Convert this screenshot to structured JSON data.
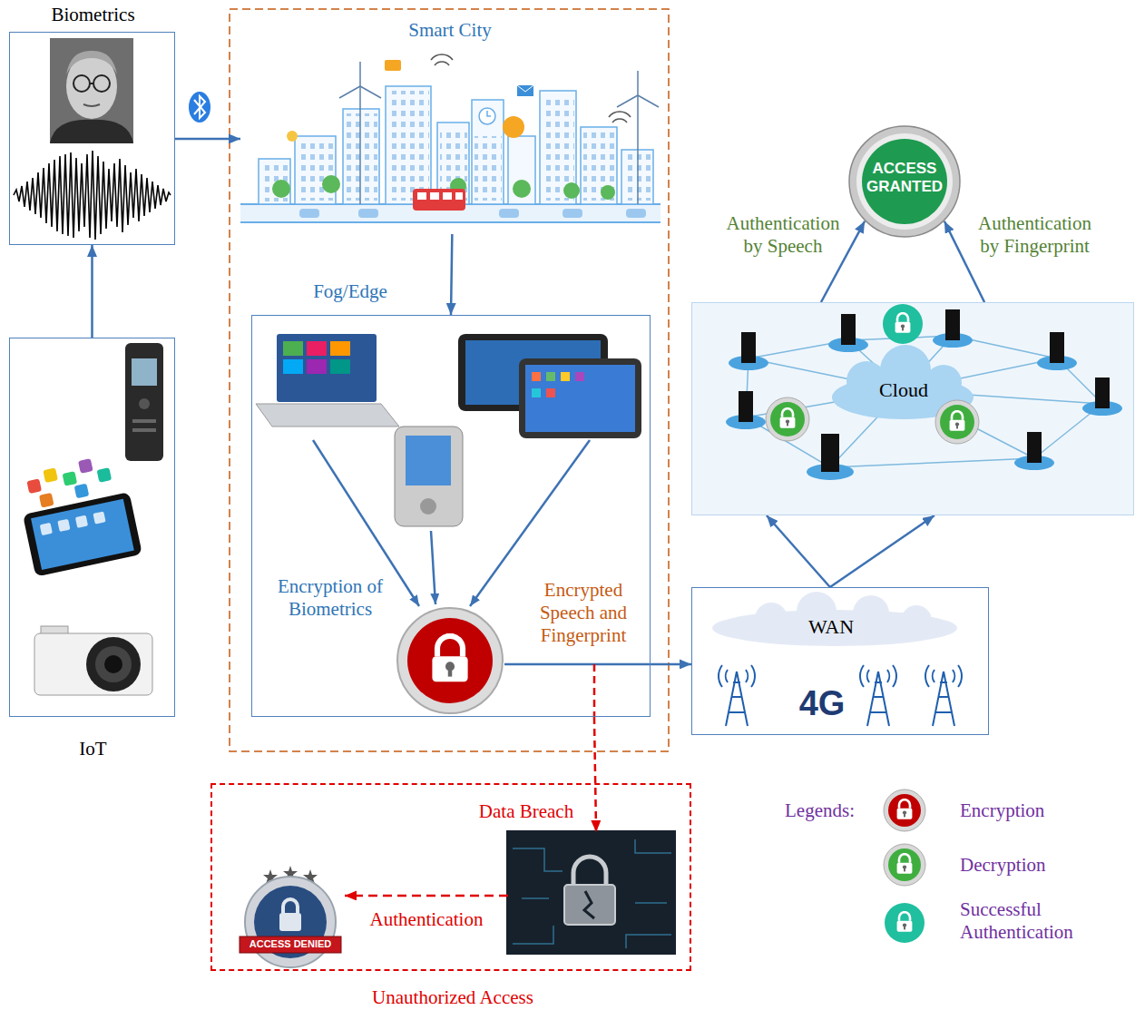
{
  "diagram": {
    "nodes": [
      {
        "text": [
          "Biometrics"
        ]
      },
      {
        "text": [
          "Smart City"
        ]
      },
      {
        "text": [
          "Fog/Edge",
          "Encryption of Biometrics",
          "Encrypted Speech and Fingerprint"
        ]
      },
      {
        "text": [
          "ACCESS GRANTED"
        ]
      },
      {
        "text": [
          "Cloud"
        ]
      },
      {
        "text": [
          "WAN",
          "4G"
        ]
      },
      {
        "text": [
          "IoT"
        ]
      },
      {
        "text": [
          "Unauthorized Access"
        ]
      },
      {
        "text": [
          "Data Breach"
        ],
        "in": 7
      },
      {
        "text": [
          "ACCESS DENIED"
        ],
        "in": 7
      }
    ],
    "edges": [
      {
        "from": 6,
        "to": 0,
        "arrow": "to"
      },
      {
        "from": 0,
        "to": 1,
        "arrow": "to"
      },
      {
        "from": 1,
        "to": 2,
        "arrow": "to"
      },
      {
        "from": 2,
        "to": 5,
        "arrow": "to"
      },
      {
        "from": 5,
        "to": 4,
        "arrow": "to"
      },
      {
        "from": 5,
        "to": 4,
        "arrow": "to"
      },
      {
        "from": 4,
        "to": 3,
        "label": "Authentication by Speech",
        "arrow": "to"
      },
      {
        "from": 4,
        "to": 3,
        "label": "Authentication by Fingerprint",
        "arrow": "to"
      },
      {
        "from": 2,
        "to": 8,
        "arrow": "to"
      },
      {
        "from": 8,
        "to": 9,
        "label": "Authentication",
        "arrow": "to"
      }
    ],
    "labels": [
      "Legends:"
    ],
    "legend": [
      {
        "text": "Encryption"
      },
      {
        "text": "Decryption"
      },
      {
        "text": "Successful Authentication"
      }
    ]
  }
}
